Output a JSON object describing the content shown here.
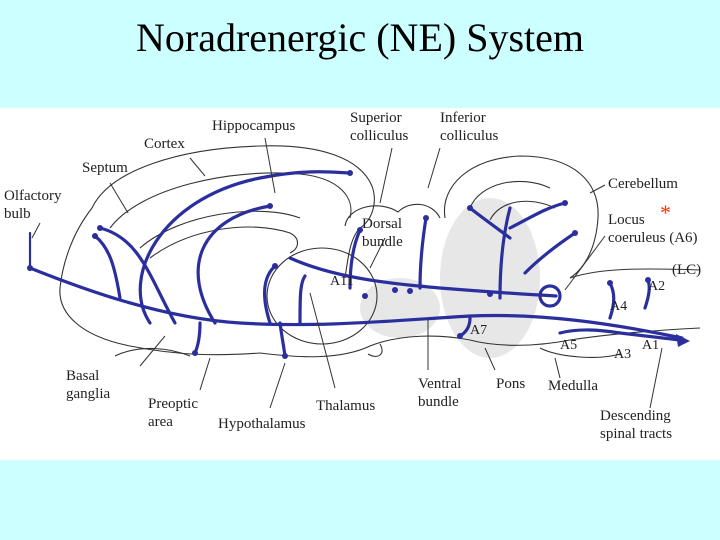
{
  "title": "Noradrenergic (NE) System",
  "labels": {
    "olfactory_bulb": [
      "Olfactory",
      "bulb"
    ],
    "septum": "Septum",
    "cortex": "Cortex",
    "hippocampus": "Hippocampus",
    "superior_colliculus": [
      "Superior",
      "colliculus"
    ],
    "inferior_colliculus": [
      "Inferior",
      "colliculus"
    ],
    "cerebellum": "Cerebellum",
    "locus_coeruleus": [
      "Locus",
      "coeruleus (A6)"
    ],
    "lc_abbrev": "(LC)",
    "asterisk": "*",
    "dorsal_bundle": [
      "Dorsal",
      "bundle"
    ],
    "a11": "A11",
    "a2": "A2",
    "a4": "A4",
    "a7": "A7",
    "a5": "A5",
    "a1": "A1",
    "a3": "A3",
    "basal_ganglia": [
      "Basal",
      "ganglia"
    ],
    "preoptic_area": [
      "Preoptic",
      "area"
    ],
    "hypothalamus": "Hypothalamus",
    "thalamus": "Thalamus",
    "ventral_bundle": [
      "Ventral",
      "bundle"
    ],
    "pons": "Pons",
    "medulla": "Medulla",
    "descending_spinal_tracts": [
      "Descending",
      "spinal tracts"
    ]
  },
  "colors": {
    "background": "#ccffff",
    "panel": "#ffffff",
    "pathway": "#2b2f9e",
    "asterisk": "#ff3300"
  }
}
